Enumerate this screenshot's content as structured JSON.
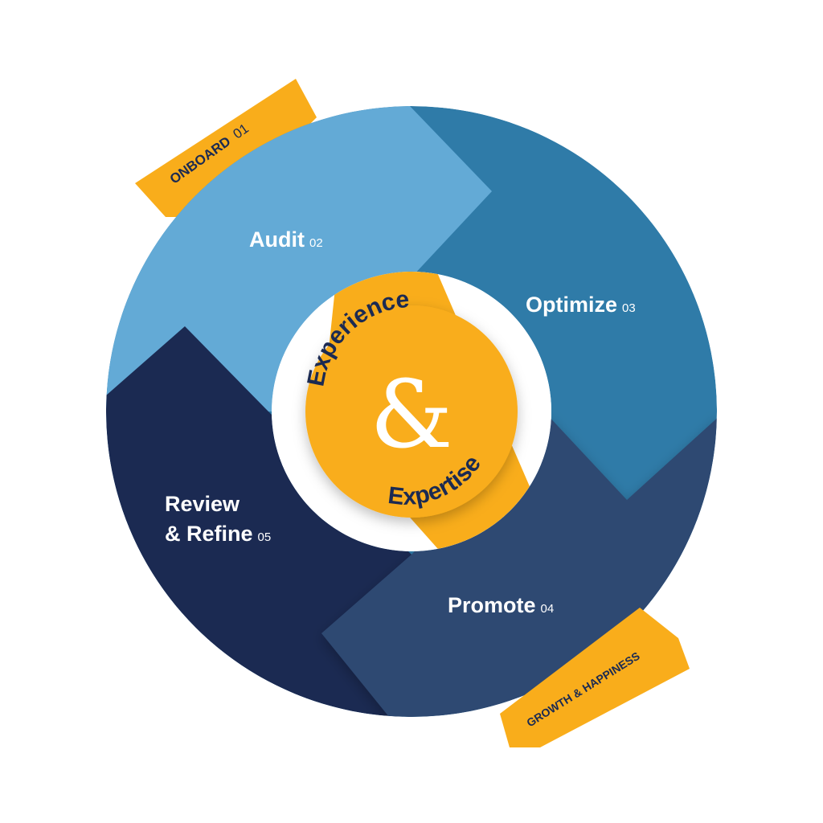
{
  "colors": {
    "audit": "#63aad6",
    "optimize": "#2f7ba8",
    "promote": "#2f4a72",
    "review": "#1b2a52",
    "accent": "#f9ad1b",
    "text_dark": "#1b2a52"
  },
  "ribbons": {
    "onboard": {
      "label": "ONBOARD",
      "num": "01"
    },
    "growth": {
      "label": "GROWTH & HAPPINESS"
    }
  },
  "stages": {
    "audit": {
      "name": "Audit",
      "num": "02"
    },
    "optimize": {
      "name": "Optimize",
      "num": "03"
    },
    "promote": {
      "name": "Promote",
      "num": "04"
    },
    "review": {
      "line1": "Review",
      "line2": "& Refine",
      "num": "05"
    }
  },
  "core": {
    "top": "Experience",
    "symbol": "&",
    "bottom": "Expertise"
  }
}
